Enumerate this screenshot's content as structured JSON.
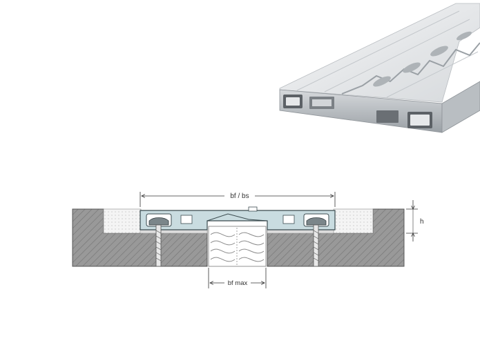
{
  "labels": {
    "top_width": "bf / bs",
    "bottom_width": "bf max",
    "height": "h"
  },
  "colors": {
    "concrete": "#8f8f8f",
    "concrete_hatch": "#6f6f6f",
    "profile_fill": "#c9dce0",
    "profile_stroke": "#3a4a4e",
    "filler": "#f2f2f2",
    "dimension_line": "#333333",
    "product_light": "#e6e8ea",
    "product_mid": "#c9cdd1",
    "product_dark": "#5c6166"
  },
  "icons": {
    "product_render": "aluminium-expansion-joint-profile",
    "anchor_screw": "screw-anchor-icon",
    "insulation": "compressible-filler-icon"
  }
}
